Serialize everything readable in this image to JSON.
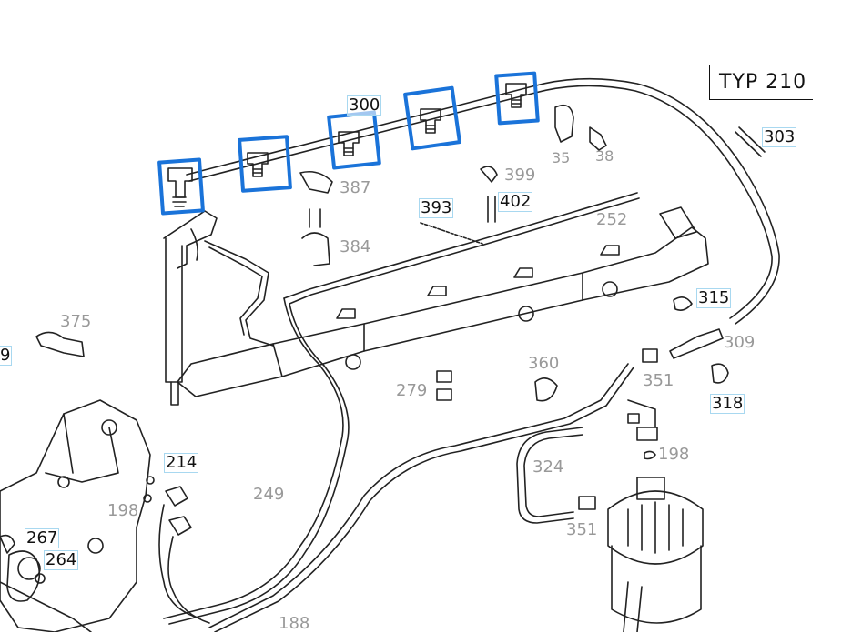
{
  "drawing": {
    "type_label": "TYP 210",
    "highlight_color": "#1a73d9",
    "highlighted_part": "300"
  },
  "parts": {
    "p300": "300",
    "p387": "387",
    "p35": "35",
    "p38": "38",
    "p303": "303",
    "p399": "399",
    "p402": "402",
    "p393": "393",
    "p252": "252",
    "p384": "384",
    "p315": "315",
    "p309": "309",
    "p375": "375",
    "p9": "9",
    "p360": "360",
    "p279": "279",
    "p351a": "351",
    "p318": "318",
    "p198a": "198",
    "p214": "214",
    "p324": "324",
    "p198b": "198",
    "p249": "249",
    "p351b": "351",
    "p267": "267",
    "p264": "264",
    "p188": "188"
  }
}
